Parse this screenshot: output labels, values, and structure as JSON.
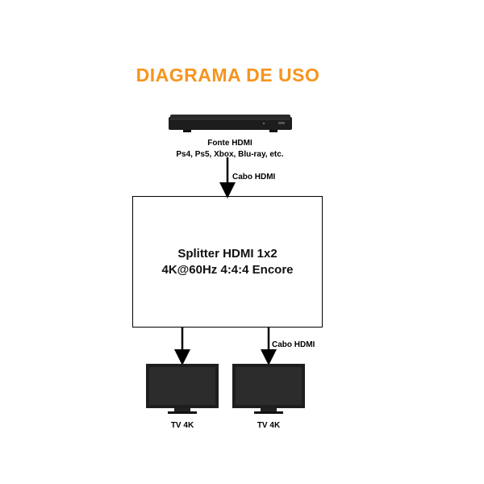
{
  "title": "DIAGRAMA DE USO",
  "source": {
    "line1": "Fonte HDMI",
    "line2": "Ps4, Ps5, Xbox, Blu-ray, etc."
  },
  "cable_top": "Cabo HDMI",
  "cable_bottom": "Cabo HDMI",
  "splitter": {
    "line1": "Splitter HDMI 1x2",
    "line2": "4K@60Hz 4:4:4 Encore"
  },
  "tvs": [
    {
      "label": "TV 4K"
    },
    {
      "label": "TV 4K"
    }
  ],
  "colors": {
    "title": "#F7941D",
    "line": "#000000",
    "device": "#1b1b1b"
  }
}
